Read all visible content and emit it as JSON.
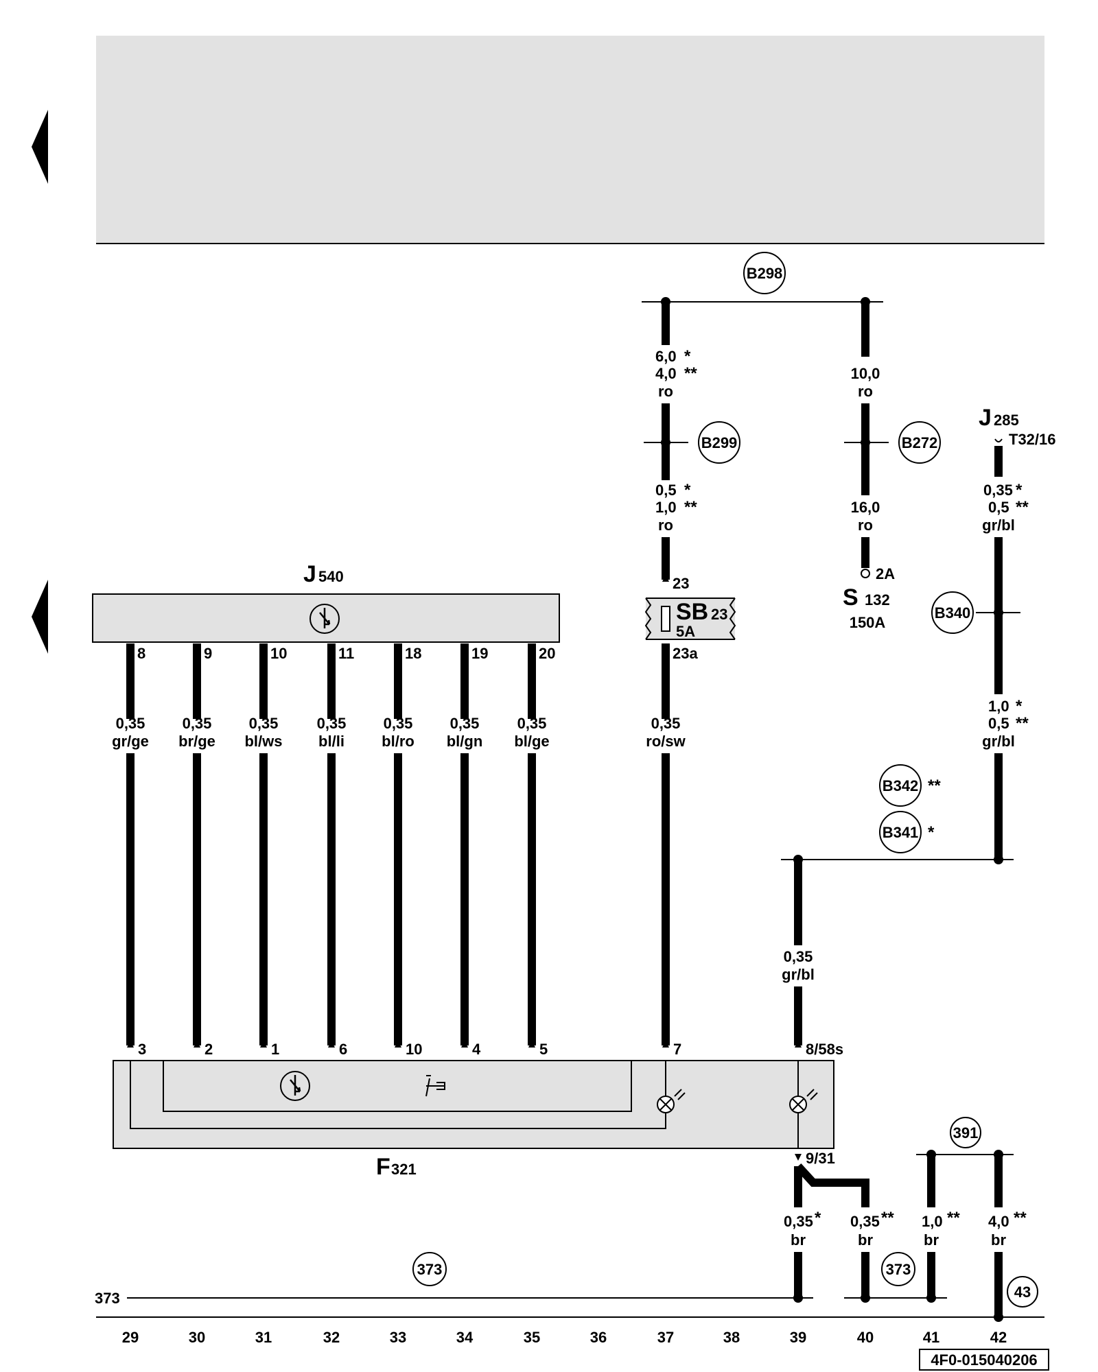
{
  "components": {
    "j540": {
      "main": "J",
      "sub": "540"
    },
    "f321": {
      "main": "F",
      "sub": "321"
    },
    "j285": {
      "main": "J",
      "sub": "285",
      "connector": "T32/16"
    },
    "sb23": {
      "main": "SB",
      "sub": "23",
      "rating": "5A",
      "pin_in": "23",
      "pin_out": "23a"
    },
    "s132": {
      "main": "S",
      "sub": "132",
      "rating": "150A",
      "terminal": "2A"
    }
  },
  "connectors": {
    "b298": "B298",
    "b299": "B299",
    "b272": "B272",
    "b340": "B340",
    "b342": "B342",
    "b341": "B341",
    "c391": "391",
    "c373": "373",
    "c373b": "373",
    "c43": "43"
  },
  "markers": {
    "one_star": "*",
    "two_star": "**"
  },
  "wires_j540": [
    {
      "j_pin": "8",
      "f_pin": "3",
      "size": "0,35",
      "color": "gr/ge"
    },
    {
      "j_pin": "9",
      "f_pin": "2",
      "size": "0,35",
      "color": "br/ge"
    },
    {
      "j_pin": "10",
      "f_pin": "1",
      "size": "0,35",
      "color": "bl/ws"
    },
    {
      "j_pin": "11",
      "f_pin": "6",
      "size": "0,35",
      "color": "bl/li"
    },
    {
      "j_pin": "18",
      "f_pin": "10",
      "size": "0,35",
      "color": "bl/ro"
    },
    {
      "j_pin": "19",
      "f_pin": "4",
      "size": "0,35",
      "color": "bl/gn"
    },
    {
      "j_pin": "20",
      "f_pin": "5",
      "size": "0,35",
      "color": "bl/ge"
    }
  ],
  "wire_sb_f321": {
    "size": "0,35",
    "color": "ro/sw",
    "f_pin": "7"
  },
  "wire_b298_b299": {
    "size1": "6,0",
    "size2": "4,0",
    "color": "ro"
  },
  "wire_b299_sb": {
    "size1": "0,5",
    "size2": "1,0",
    "color": "ro"
  },
  "wire_b298_b272": {
    "size": "10,0",
    "color": "ro"
  },
  "wire_b272_s132": {
    "size": "16,0",
    "color": "ro"
  },
  "wire_j285_b340": {
    "size1": "0,35",
    "size2": "0,5",
    "color": "gr/bl"
  },
  "wire_b340_junction": {
    "size1": "1,0",
    "size2": "0,5",
    "color": "gr/bl"
  },
  "wire_junction_f321": {
    "size": "0,35",
    "color": "gr/bl",
    "f_pin": "8/58s"
  },
  "f321_ground_pin": "9/31",
  "ground_wires": [
    {
      "size": "0,35",
      "marker": "*",
      "color": "br"
    },
    {
      "size": "0,35",
      "marker": "**",
      "color": "br"
    },
    {
      "size": "1,0",
      "marker": "**",
      "color": "br"
    },
    {
      "size": "4,0",
      "marker": "**",
      "color": "br"
    }
  ],
  "ground_line_label": "373",
  "columns": [
    "29",
    "30",
    "31",
    "32",
    "33",
    "34",
    "35",
    "36",
    "37",
    "38",
    "39",
    "40",
    "41",
    "42"
  ],
  "doc_id": "4F0-015040206"
}
